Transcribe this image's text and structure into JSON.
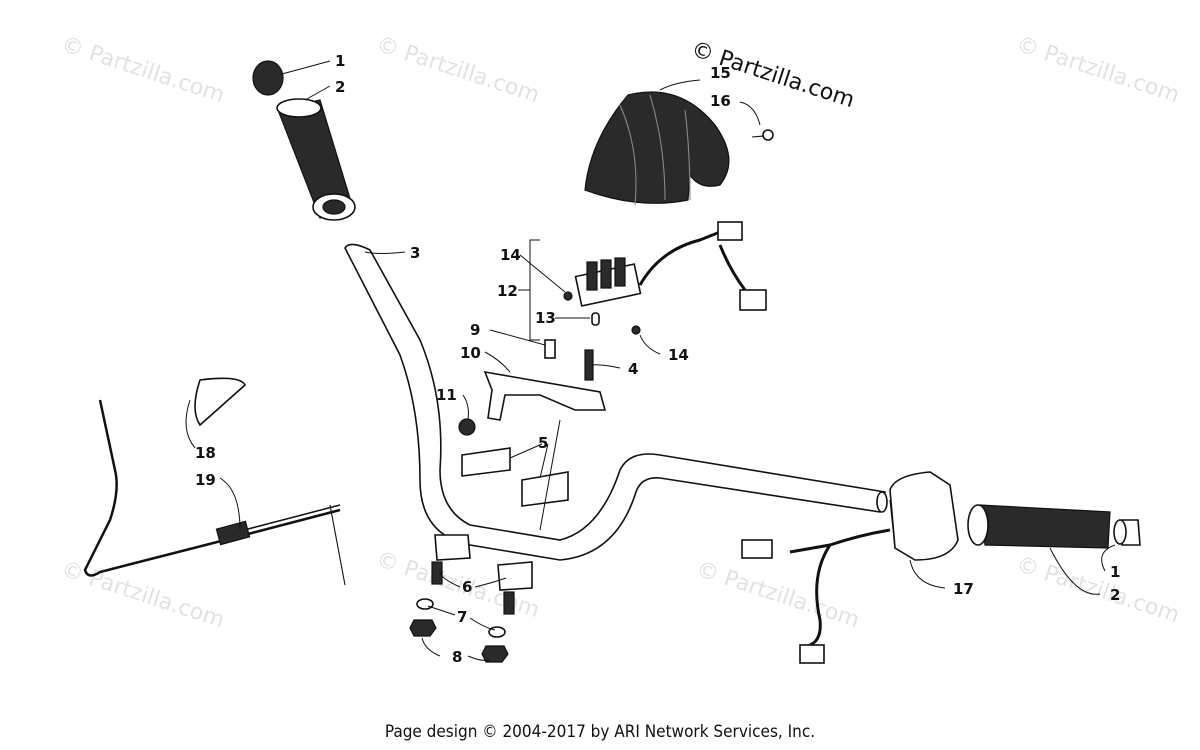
{
  "watermark": {
    "main": "© Partzilla.com",
    "faint": "© Partzilla.com"
  },
  "callouts": {
    "c1_top": "1",
    "c2_top": "2",
    "c3": "3",
    "c4": "4",
    "c5": "5",
    "c6": "6",
    "c7": "7",
    "c8": "8",
    "c9": "9",
    "c10": "10",
    "c11": "11",
    "c12": "12",
    "c13": "13",
    "c14_top": "14",
    "c14_bot": "14",
    "c15": "15",
    "c16": "16",
    "c17": "17",
    "c18": "18",
    "c19": "19",
    "c1_right": "1",
    "c2_right": "2"
  },
  "footer": "Page design © 2004-2017 by ARI Network Services, Inc."
}
